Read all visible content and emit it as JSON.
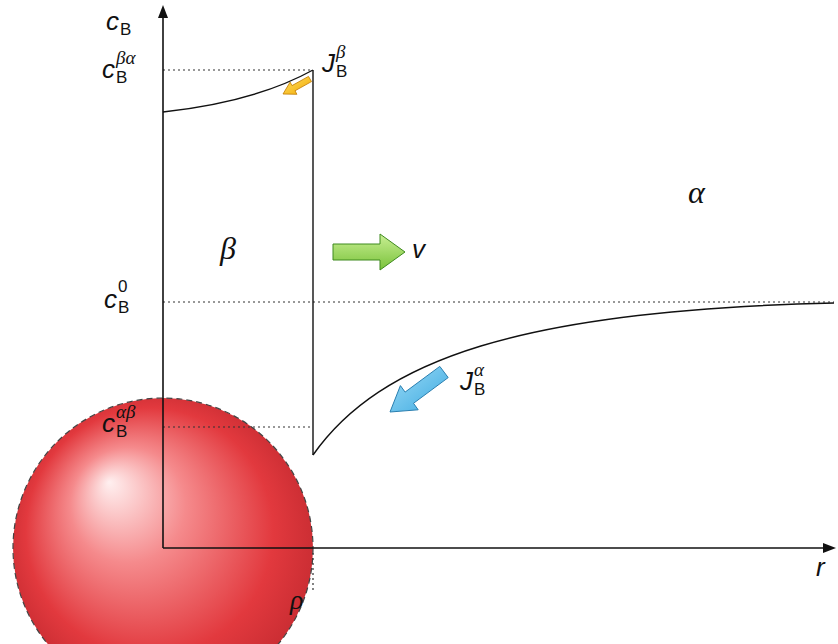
{
  "diagram": {
    "labels": [
      "c",
      "B",
      "c",
      "B",
      "βα",
      "J",
      "B",
      "β",
      "β",
      "v",
      "α",
      "c",
      "B",
      "0",
      "J",
      "B",
      "α",
      "c",
      "B",
      "αβ",
      "ρ",
      "r"
    ]
  }
}
